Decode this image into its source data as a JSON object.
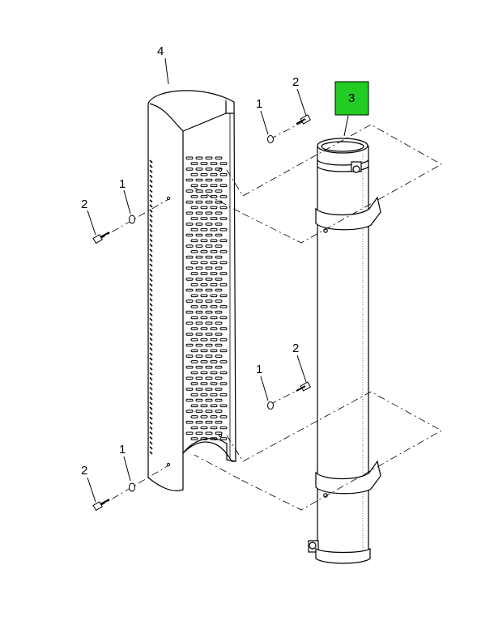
{
  "diagram": {
    "callouts": {
      "c4": "4",
      "c3": "3",
      "c2a": "2",
      "c1a": "1",
      "c1b": "1",
      "c2b": "2",
      "c2c": "2",
      "c1c": "1",
      "c1d": "1",
      "c2d": "2"
    },
    "highlight_color": "#22cc22",
    "line_color": "#000000"
  }
}
